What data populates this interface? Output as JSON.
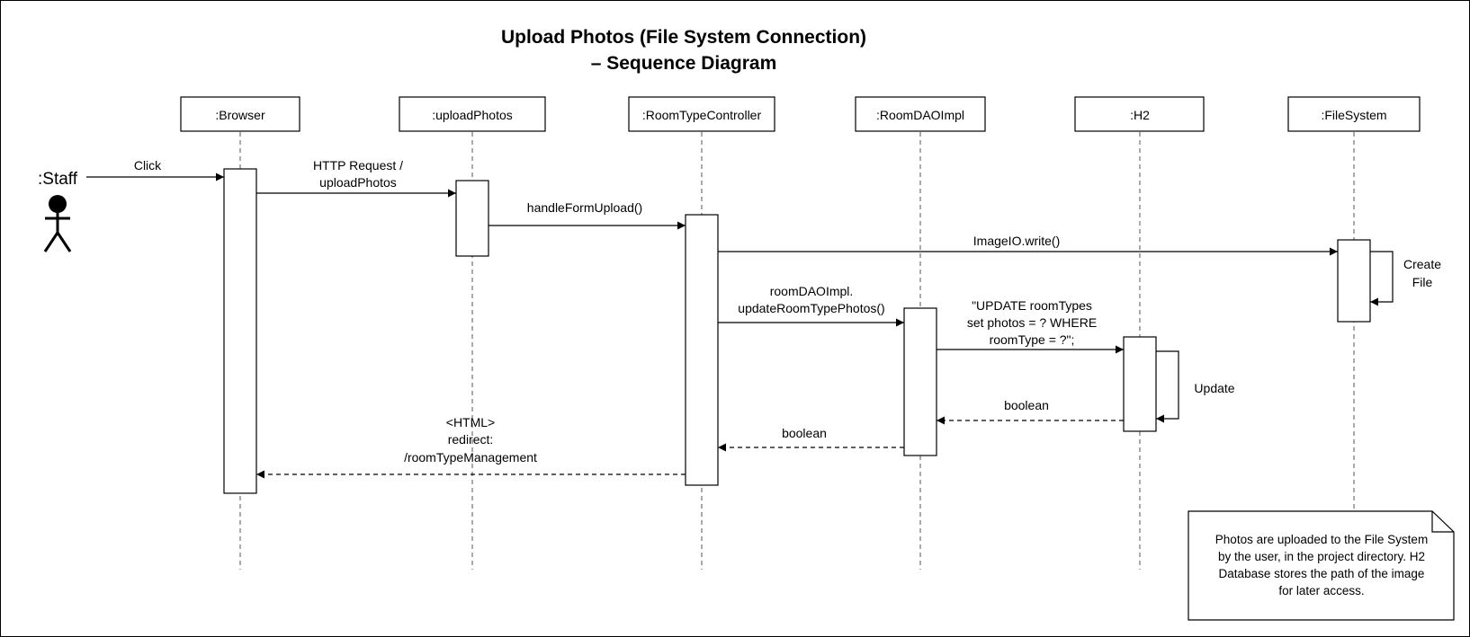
{
  "title": {
    "line1": "Upload Photos (File System Connection)",
    "line2": "– Sequence Diagram"
  },
  "actor": {
    "label": ":Staff"
  },
  "lifelines": [
    {
      "id": "browser",
      "label": ":Browser"
    },
    {
      "id": "uploadphotos",
      "label": ":uploadPhotos"
    },
    {
      "id": "roomtypecontroller",
      "label": ":RoomTypeController"
    },
    {
      "id": "roomdaoimpl",
      "label": ":RoomDAOImpl"
    },
    {
      "id": "h2",
      "label": ":H2"
    },
    {
      "id": "filesystem",
      "label": ":FileSystem"
    }
  ],
  "messages": [
    {
      "id": "click",
      "lines": [
        "Click"
      ],
      "style": "sync"
    },
    {
      "id": "http-request",
      "lines": [
        "HTTP Request /",
        "uploadPhotos"
      ],
      "style": "sync"
    },
    {
      "id": "handle-form-upload",
      "lines": [
        "handleFormUpload()"
      ],
      "style": "sync"
    },
    {
      "id": "imageio-write",
      "lines": [
        "ImageIO.write()"
      ],
      "style": "sync"
    },
    {
      "id": "update-room-type-photos",
      "lines": [
        "roomDAOImpl.",
        "updateRoomTypePhotos()"
      ],
      "style": "sync"
    },
    {
      "id": "sql-update",
      "lines": [
        "\"UPDATE roomTypes",
        "set photos = ? WHERE",
        "roomType = ?\";"
      ],
      "style": "sync"
    },
    {
      "id": "return-boolean-h2",
      "lines": [
        "boolean"
      ],
      "style": "return"
    },
    {
      "id": "return-boolean-dao",
      "lines": [
        "boolean"
      ],
      "style": "return"
    },
    {
      "id": "return-html-redirect",
      "lines": [
        "<HTML>",
        "redirect:",
        "/roomTypeManagement"
      ],
      "style": "return"
    }
  ],
  "self_messages": [
    {
      "id": "create-file",
      "lines": [
        "Create",
        "File"
      ]
    },
    {
      "id": "update",
      "lines": [
        "Update"
      ]
    }
  ],
  "note": {
    "lines": [
      "Photos are uploaded to the File System",
      "by the user, in the project directory. H2",
      "Database stores the path of the image",
      "for later access."
    ]
  }
}
